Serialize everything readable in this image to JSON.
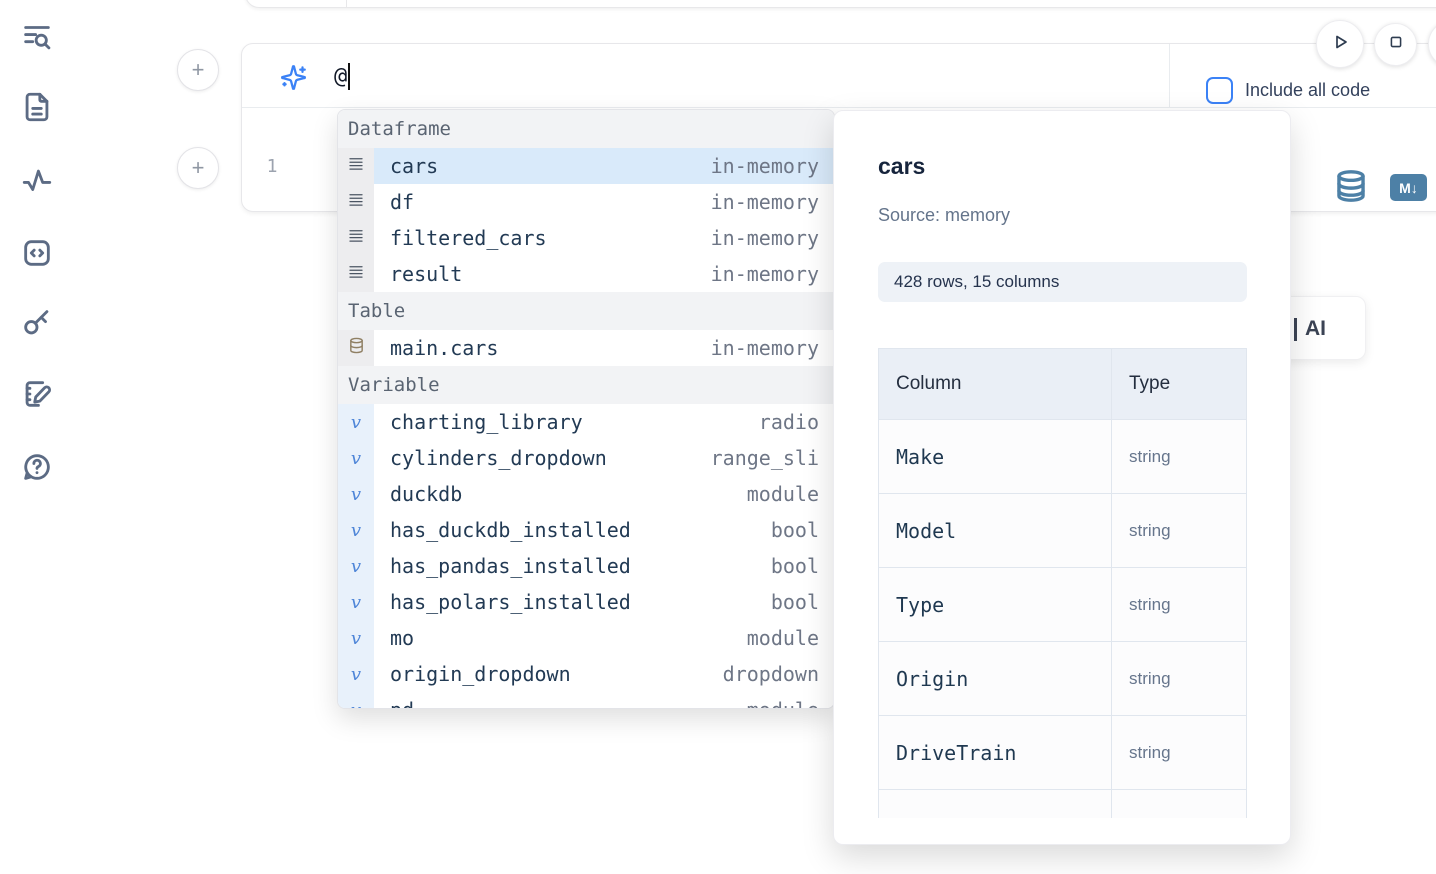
{
  "colors": {
    "accent": "#3b82f6",
    "steel": "#4d80a6",
    "sel": "#d9eafa",
    "ink": "#223a54",
    "muted": "#6e7686"
  },
  "sidebar": {
    "icons": [
      {
        "name": "list-search-icon"
      },
      {
        "name": "file-document-icon"
      },
      {
        "name": "activity-icon"
      },
      {
        "name": "code-snippet-icon"
      },
      {
        "name": "key-icon"
      },
      {
        "name": "scratchpad-icon"
      },
      {
        "name": "help-chat-icon"
      }
    ]
  },
  "cell": {
    "ai_input_value": "@",
    "include_all_code_label": "Include all code",
    "line_number": "1",
    "markdown_badge": "M↓"
  },
  "add_buttons": {
    "label": "+"
  },
  "autocomplete": {
    "sections": [
      {
        "label": "Dataframe",
        "kind": "dataframe",
        "items": [
          {
            "name": "cars",
            "type": "in-memory",
            "selected": true
          },
          {
            "name": "df",
            "type": "in-memory"
          },
          {
            "name": "filtered_cars",
            "type": "in-memory"
          },
          {
            "name": "result",
            "type": "in-memory"
          }
        ]
      },
      {
        "label": "Table",
        "kind": "table",
        "items": [
          {
            "name": "main.cars",
            "type": "in-memory"
          }
        ]
      },
      {
        "label": "Variable",
        "kind": "variable",
        "items": [
          {
            "name": "charting_library",
            "type": "radio"
          },
          {
            "name": "cylinders_dropdown",
            "type": "range_sli"
          },
          {
            "name": "duckdb",
            "type": "module"
          },
          {
            "name": "has_duckdb_installed",
            "type": "bool"
          },
          {
            "name": "has_pandas_installed",
            "type": "bool"
          },
          {
            "name": "has_polars_installed",
            "type": "bool"
          },
          {
            "name": "mo",
            "type": "module"
          },
          {
            "name": "origin_dropdown",
            "type": "dropdown"
          },
          {
            "name": "pd",
            "type": "module"
          }
        ]
      }
    ]
  },
  "preview": {
    "title": "cars",
    "source": "Source: memory",
    "shape_badge": "428 rows, 15 columns",
    "table": {
      "headers": [
        "Column",
        "Type"
      ],
      "rows": [
        [
          "Make",
          "string"
        ],
        [
          "Model",
          "string"
        ],
        [
          "Type",
          "string"
        ],
        [
          "Origin",
          "string"
        ],
        [
          "DriveTrain",
          "string"
        ],
        [
          "",
          ""
        ]
      ]
    }
  },
  "partial_ai_button": {
    "label": "AI"
  }
}
